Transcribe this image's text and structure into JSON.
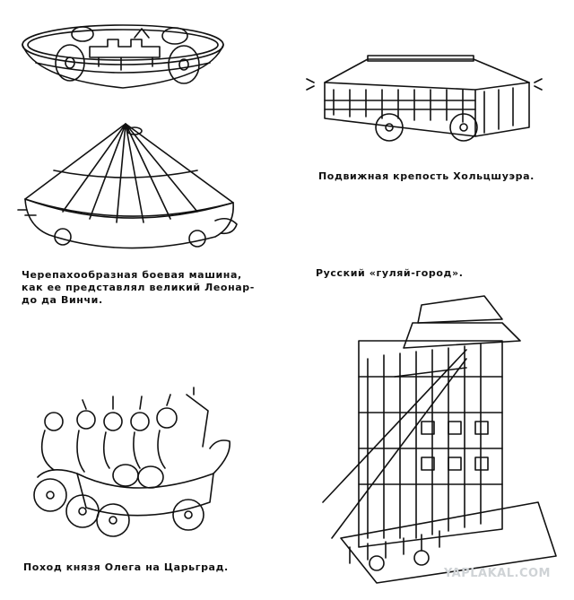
{
  "captions": {
    "leonardo": {
      "line1": "Черепахообразная боевая машина,",
      "line2": "как ее представлял великий Леонар-",
      "line3": "до да Винчи."
    },
    "holzschuher": "Подвижная крепость Хольцшуэра.",
    "gulyai_gorod": "Русский «гуляй-город».",
    "oleg": "Поход князя Олега на Царьград."
  },
  "watermark": "YAPLAKAL.COM",
  "colors": {
    "ink": "#111111",
    "paper": "#ffffff",
    "watermark": "#cfd3d6"
  }
}
